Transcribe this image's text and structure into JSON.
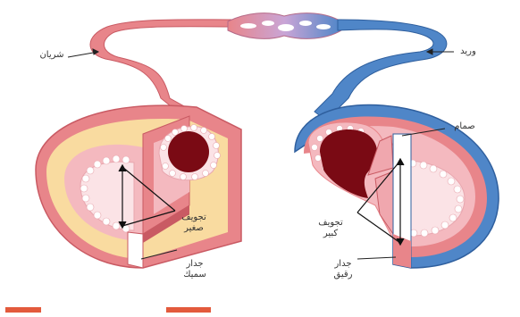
{
  "labels": {
    "artery": "شريان",
    "vein": "وريد",
    "valve": "صمام",
    "small_lumen_1": "تجويف",
    "small_lumen_2": "صغير",
    "large_lumen_1": "تجويف",
    "large_lumen_2": "كبير",
    "thick_wall_1": "جدار",
    "thick_wall_2": "سميك",
    "thin_wall_1": "جدار",
    "thin_wall_2": "رقيق"
  },
  "colors": {
    "artery": "#e8858a",
    "artery_dark": "#c95a63",
    "artery_cream": "#f9dba0",
    "artery_inner": "#f4b9bf",
    "vein": "#4f86c8",
    "vein_dark": "#2f5f9e",
    "capillary": "#e8c1d0",
    "blood": "#7a0a14",
    "endothelium": "#fbe3e6",
    "tab_accent": "#e35a3c"
  }
}
